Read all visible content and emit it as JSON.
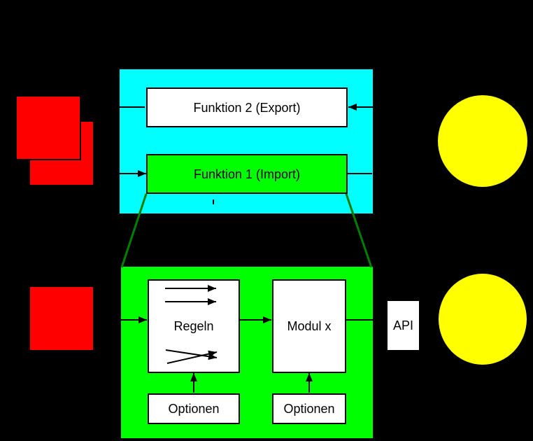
{
  "colors": {
    "background": "#000000",
    "panel_cyan": "#00ffff",
    "box_green": "#00ff00",
    "zoom_line_green": "#007e00",
    "file_red": "#ff0000",
    "target_yellow": "#ffff00",
    "box_white": "#ffffff",
    "line_black": "#000000"
  },
  "upper_panel": {
    "function2_label": "Funktion 2 (Export)",
    "function1_label": "Funktion 1 (Import)"
  },
  "lower_panel": {
    "rules_label": "Regeln",
    "module_label": "Modul x",
    "options_left_label": "Optionen",
    "options_right_label": "Optionen",
    "api_label": "API"
  }
}
